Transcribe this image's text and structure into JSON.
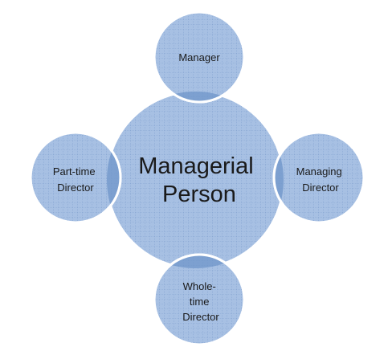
{
  "diagram": {
    "center": {
      "lines": [
        "Managerial",
        "Person"
      ]
    },
    "top": {
      "lines": [
        "Manager"
      ]
    },
    "left": {
      "lines": [
        "Part-time",
        "Director"
      ]
    },
    "right": {
      "lines": [
        "Managing",
        "Director"
      ]
    },
    "bottom": {
      "lines": [
        "Whole-",
        "time",
        "Director"
      ]
    }
  },
  "colors": {
    "fill": "#a7c0e3",
    "grid": "#5f84bb",
    "overlap": "#6f95c9",
    "stroke": "#ffffff"
  }
}
